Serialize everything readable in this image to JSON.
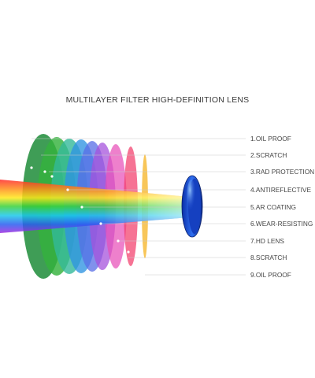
{
  "title": "MULTILAYER FILTER HIGH-DEFINITION LENS",
  "layers": [
    {
      "label": "1.OIL PROOF",
      "color": "#1f8a3a"
    },
    {
      "label": "2.SCRATCH",
      "color": "#2fae3c"
    },
    {
      "label": "3.RAD PROTECTION",
      "color": "#35b8a0"
    },
    {
      "label": "4.ANTIREFLECTIVE",
      "color": "#2f8fe0"
    },
    {
      "label": "5.AR COATING",
      "color": "#4e6fe0"
    },
    {
      "label": "6.WEAR-RESISTING",
      "color": "#a34fd8"
    },
    {
      "label": "7.HD LENS",
      "color": "#e34fb4"
    },
    {
      "label": "8.SCRATCH",
      "color": "#f03a6a"
    },
    {
      "label": "9.OIL PROOF",
      "color": "#f6b93a"
    }
  ],
  "lens_color": "#1e4fd8"
}
